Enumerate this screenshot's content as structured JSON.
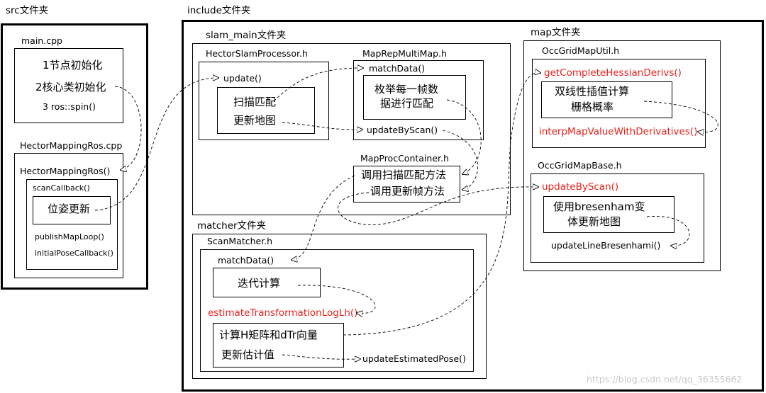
{
  "colors": {
    "highlight": "#e8211b",
    "line": "#000000"
  },
  "src": {
    "title": "src文件夹",
    "main_cpp": {
      "title": "main.cpp",
      "lines": [
        "1节点初始化",
        "2核心类初始化",
        "3 ros::spin()"
      ]
    },
    "hector_mapping_ros_cpp": {
      "title": "HectorMappingRos.cpp",
      "class_name": "HectorMappingRos()",
      "scan_callback": "scanCallback()",
      "pose_update": "位姿更新",
      "publish_map_loop": "publishMapLoop()",
      "initial_pose_callback": "initialPoseCallback()"
    }
  },
  "include": {
    "title": "include文件夹",
    "slam_main": {
      "title": "slam_main文件夹",
      "hector_slam_processor": {
        "title": "HectorSlamProcessor.h",
        "update": "update()",
        "scan_match": "扫描匹配",
        "update_map": "更新地图"
      },
      "map_rep_multi_map": {
        "title": "MapRepMultiMap.h",
        "match_data": "matchData()",
        "enum_line1": "枚举每一帧数",
        "enum_line2": "据进行匹配",
        "update_by_scan": "updateByScan()"
      },
      "map_proc_container": {
        "title": "MapProcContainer.h",
        "call_scan_match": "调用扫描匹配方法",
        "call_update_frame": "调用更新帧方法"
      }
    },
    "matcher": {
      "title": "matcher文件夹",
      "scan_matcher": {
        "title": "ScanMatcher.h",
        "match_data": "matchData()",
        "iterate": "迭代计算",
        "estimate_tf": "estimateTransformationLogLh()",
        "compute_h": "计算H矩阵和dTr向量",
        "update_estimate": "更新估计值",
        "update_estimated_pose": "updateEstimatedPose()"
      }
    },
    "map": {
      "title": "map文件夹",
      "occ_grid_map_util": {
        "title": "OccGridMapUtil.h",
        "get_hessian": "getCompleteHessianDerivs()",
        "bilinear_line1": "双线性插值计算",
        "bilinear_line2": "栅格概率",
        "interp": "interpMapValueWithDerivatives()"
      },
      "occ_grid_map_base": {
        "title": "OccGridMapBase.h",
        "update_by_scan": "updateByScan()",
        "bresenham_line1": "使用bresenham变",
        "bresenham_line2": "体更新地图",
        "update_line": "updateLineBresenhami()"
      }
    }
  },
  "watermark": "https://blog.csdn.net/qq_36355662"
}
